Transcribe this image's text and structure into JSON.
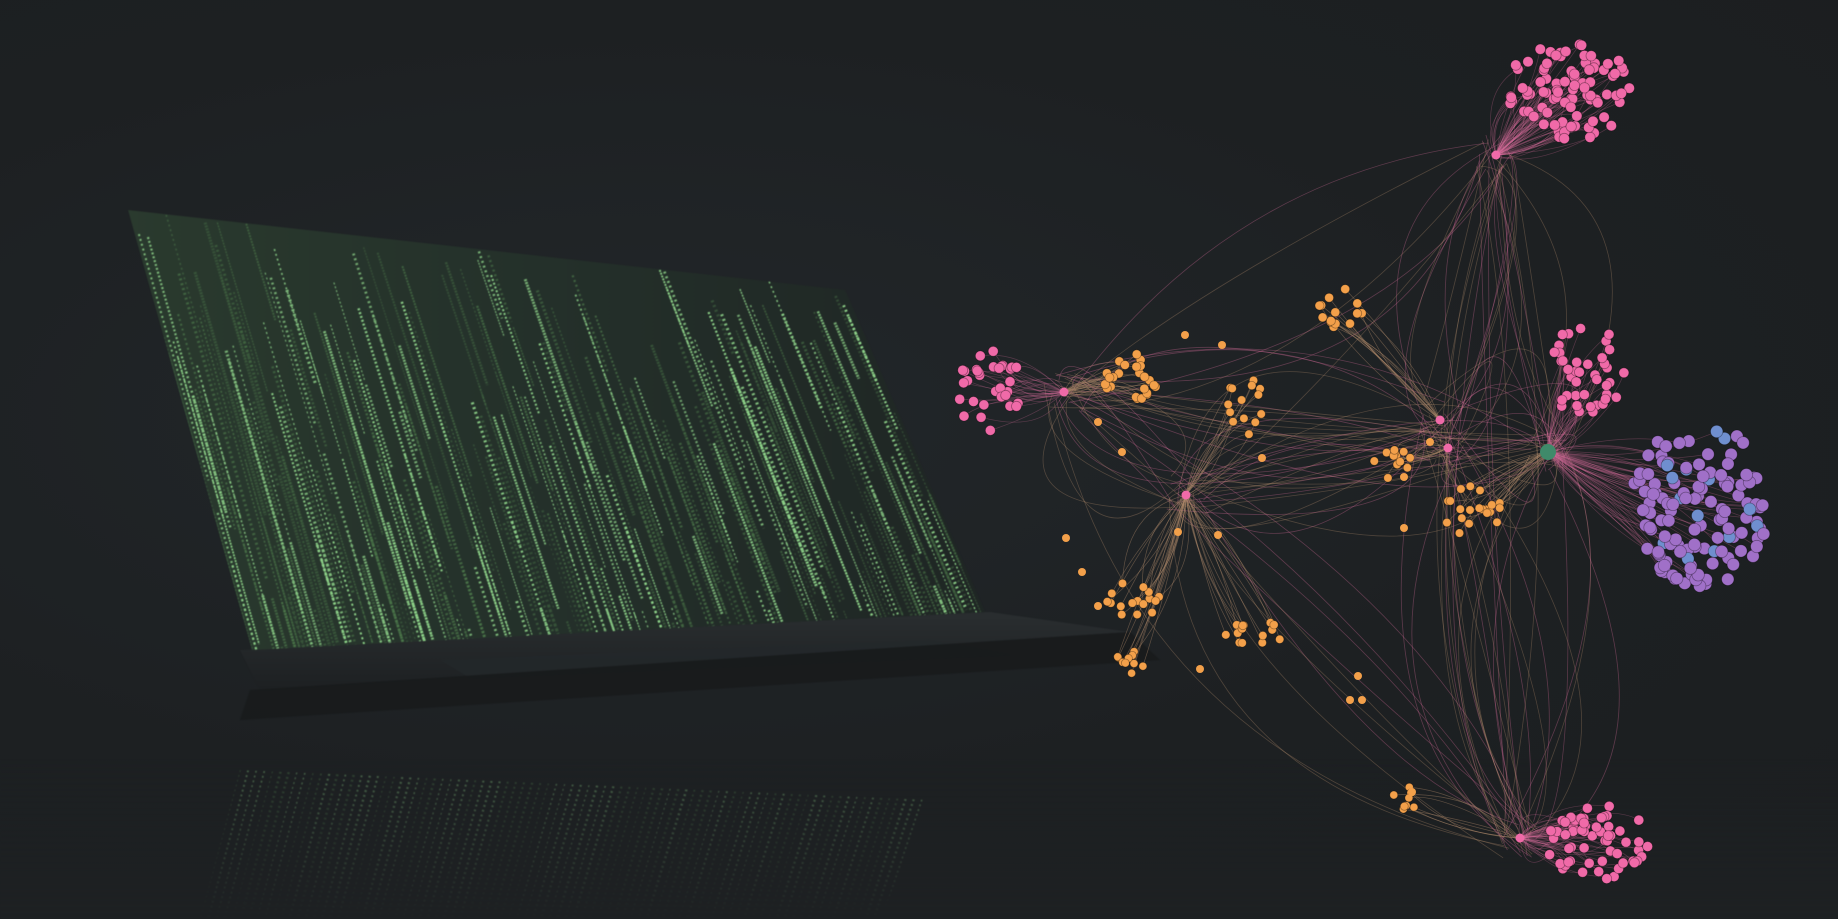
{
  "scene": {
    "background_color": "#1e2123",
    "photo_subject": "laptop-with-code-rain",
    "overlay_subject": "network-graph"
  },
  "palette": {
    "code_green": "#8fd48a",
    "code_dim": "#4f7d4d",
    "node_pink": "#f06aa8",
    "node_orange": "#f3a04a",
    "node_purple": "#a070c8",
    "node_blue": "#6f8fcf",
    "hub_green": "#3f8a6a",
    "edge_pink": "#d86c9c",
    "edge_tan": "#b08a6a"
  },
  "graph": {
    "clusters": [
      {
        "id": "pink-top",
        "color": "pink",
        "count": 90
      },
      {
        "id": "pink-left",
        "color": "pink",
        "count": 32
      },
      {
        "id": "pink-right",
        "color": "pink",
        "count": 40
      },
      {
        "id": "pink-bottom",
        "color": "pink",
        "count": 60
      },
      {
        "id": "purple-right",
        "color": "purple",
        "count": 130
      },
      {
        "id": "orange-1",
        "color": "orange",
        "count": 24
      },
      {
        "id": "orange-2",
        "color": "orange",
        "count": 14
      },
      {
        "id": "orange-3",
        "color": "orange",
        "count": 14
      },
      {
        "id": "orange-4",
        "color": "orange",
        "count": 12
      },
      {
        "id": "orange-5",
        "color": "orange",
        "count": 20
      },
      {
        "id": "orange-6",
        "color": "orange",
        "count": 16
      },
      {
        "id": "orange-7",
        "color": "orange",
        "count": 14
      },
      {
        "id": "orange-8",
        "color": "orange",
        "count": 10
      },
      {
        "id": "orange-9",
        "color": "orange",
        "count": 8
      }
    ]
  }
}
